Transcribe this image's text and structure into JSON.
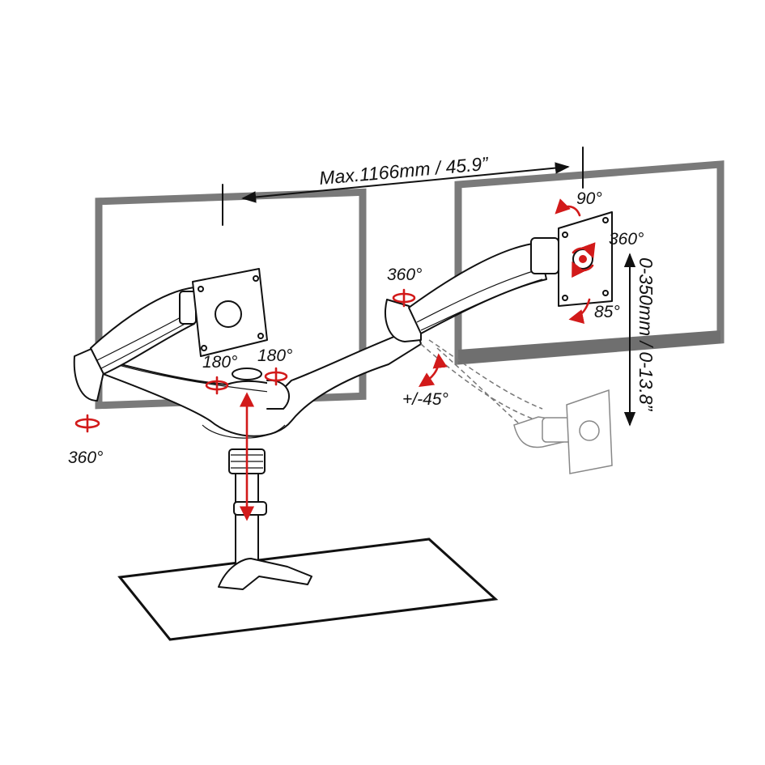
{
  "labels": {
    "width_dimension": "Max.1166mm / 45.9”",
    "height_dimension": "0-350mm / 0-13.8”",
    "tilt_up": "90°",
    "tilt_down": "85°",
    "screen_rotation": "360°",
    "elbow_rotation": "360°",
    "left_end_rotation": "360°",
    "center_left_swivel": "180°",
    "center_right_swivel": "180°",
    "arm_tilt": "+/-45°"
  },
  "colors": {
    "outline": "#111111",
    "monitor_frame": "#7a7a7a",
    "accent_arrows": "#d21a1a",
    "ghost_lines": "#888888"
  }
}
